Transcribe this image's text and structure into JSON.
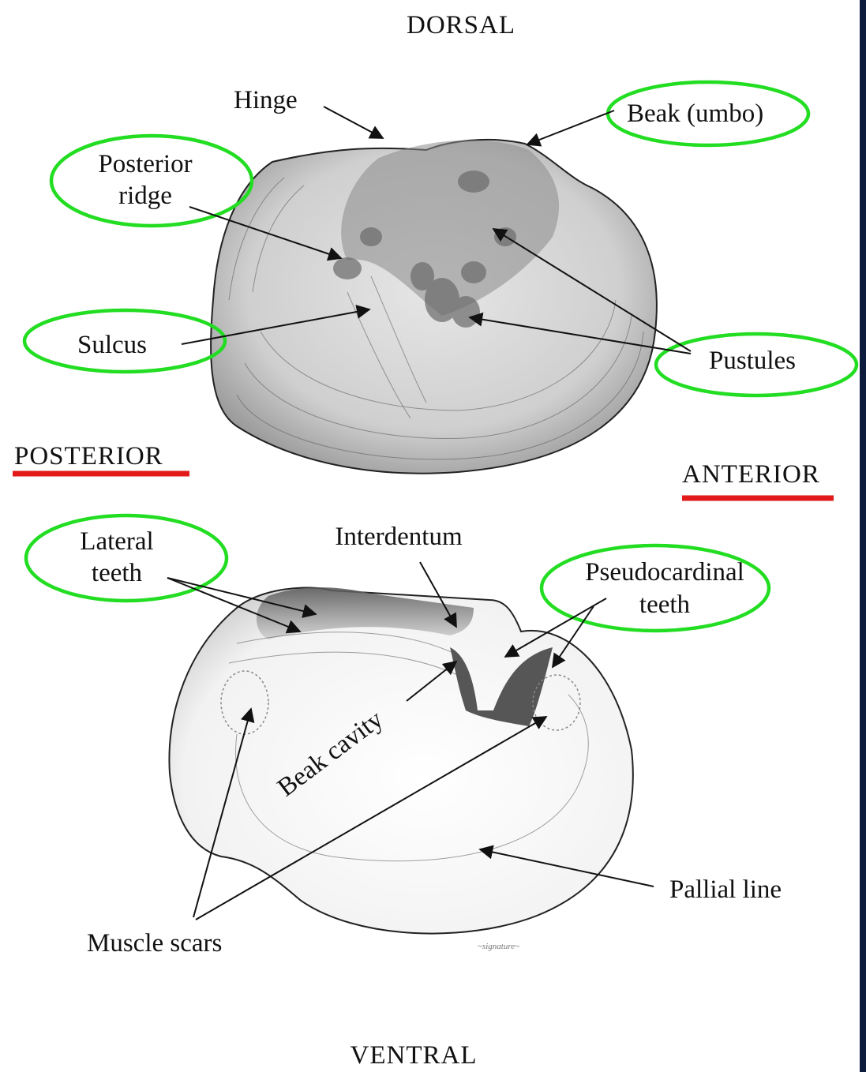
{
  "orientation": {
    "dorsal": "DORSAL",
    "ventral": "VENTRAL",
    "posterior": "POSTERIOR",
    "anterior": "ANTERIOR"
  },
  "exterior_labels": {
    "hinge": "Hinge",
    "beak": "Beak (umbo)",
    "posterior_ridge_line1": "Posterior",
    "posterior_ridge_line2": "ridge",
    "sulcus": "Sulcus",
    "pustules": "Pustules"
  },
  "interior_labels": {
    "lateral_teeth_line1": "Lateral",
    "lateral_teeth_line2": "teeth",
    "interdentum": "Interdentum",
    "pseudocardinal_line1": "Pseudocardinal",
    "pseudocardinal_line2": "teeth",
    "beak_cavity": "Beak cavity",
    "pallial_line": "Pallial line",
    "muscle_scars": "Muscle scars"
  },
  "colors": {
    "highlight_ring": "#22dd22",
    "underline": "#e21a1a",
    "frame": "#0d1b3d"
  }
}
